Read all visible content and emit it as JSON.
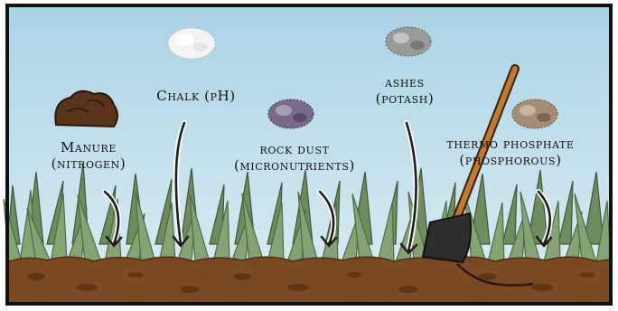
{
  "labels": {
    "manure": {
      "name": "Manure",
      "nutrient": "(nitrogen)"
    },
    "chalk": {
      "name": "Chalk (pH)"
    },
    "rock_dust": {
      "name": "rock dust",
      "nutrient": "(micronutrients)"
    },
    "ashes": {
      "name": "ashes",
      "nutrient": "(potash)"
    },
    "thermo": {
      "name": "thermo phosphate",
      "nutrient": "(phosphorous)"
    }
  },
  "colors": {
    "sky_top": "#a9d3e4",
    "sky_bottom": "#dcedf4",
    "grass": "#7d9a69",
    "grass_dark": "#4f6a45",
    "soil": "#7a4a25",
    "soil_dark": "#4e2c12",
    "manure": "#5a341a",
    "chalk": "#f4f4f4",
    "rock_dust": "#7a6a8a",
    "ashes": "#9a9a9a",
    "thermo": "#a58d73",
    "shovel_handle": "#c27a2c",
    "shovel_blade": "#2e2e2e"
  }
}
